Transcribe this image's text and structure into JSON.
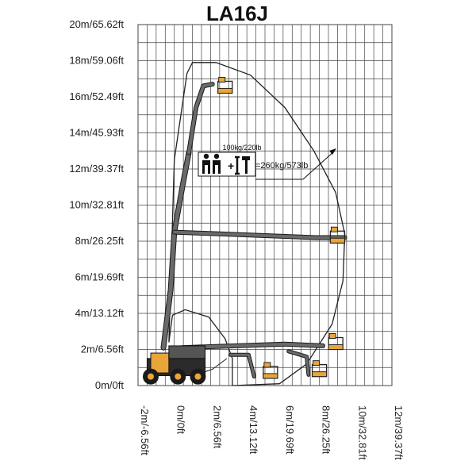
{
  "title": "LA16J",
  "chart_data": {
    "type": "diagram",
    "title": "LA16J",
    "y_ticks": [
      {
        "value": 20,
        "label": "20m/65.62ft"
      },
      {
        "value": 18,
        "label": "18m/59.06ft"
      },
      {
        "value": 16,
        "label": "16m/52.49ft"
      },
      {
        "value": 14,
        "label": "14m/45.93ft"
      },
      {
        "value": 12,
        "label": "12m/39.37ft"
      },
      {
        "value": 10,
        "label": "10m/32.81ft"
      },
      {
        "value": 8,
        "label": "8m/26.25ft"
      },
      {
        "value": 6,
        "label": "6m/19.69ft"
      },
      {
        "value": 4,
        "label": "4m/13.12ft"
      },
      {
        "value": 2,
        "label": "2m/6.56ft"
      },
      {
        "value": 0,
        "label": "0m/0ft"
      }
    ],
    "x_ticks": [
      {
        "value": -2,
        "label": "-2m/-6.56ft"
      },
      {
        "value": 0,
        "label": "0m/0ft"
      },
      {
        "value": 2,
        "label": "2m/6.56ft"
      },
      {
        "value": 4,
        "label": "4m/13.12ft"
      },
      {
        "value": 6,
        "label": "6m/19.69ft"
      },
      {
        "value": 8,
        "label": "8m/26.25ft"
      },
      {
        "value": 10,
        "label": "10m/32.81ft"
      },
      {
        "value": 12,
        "label": "12m/39.37ft"
      }
    ],
    "xlim": [
      -2,
      12
    ],
    "ylim": [
      0,
      20
    ],
    "grid": true,
    "annotations": {
      "occupant_capacity": "100kg/220lb",
      "platform_load": "=260kg/573lb"
    },
    "colors": {
      "boom": "#4a4a4a",
      "platform": "#e8a53a",
      "envelope": "#222222",
      "grid": "#444444"
    }
  }
}
